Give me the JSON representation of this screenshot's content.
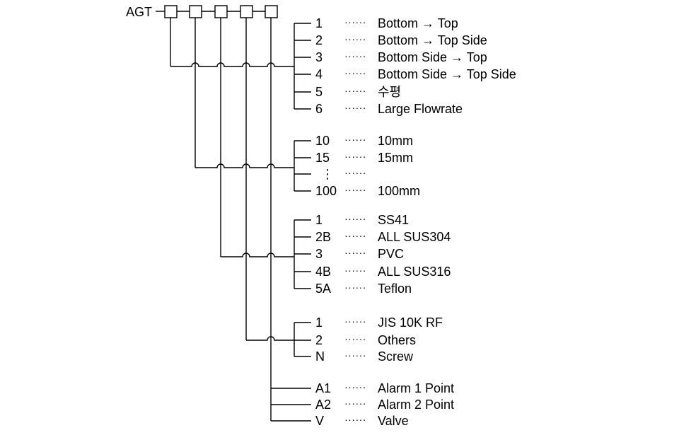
{
  "prefix": "AGT",
  "leader": "······",
  "vdots": "⋮",
  "groups": [
    {
      "id": "direction",
      "entries": [
        {
          "code": "1",
          "desc": "Bottom → Top"
        },
        {
          "code": "2",
          "desc": "Bottom → Top Side"
        },
        {
          "code": "3",
          "desc": "Bottom Side → Top"
        },
        {
          "code": "4",
          "desc": "Bottom Side → Top Side"
        },
        {
          "code": "5",
          "desc": "수평"
        },
        {
          "code": "6",
          "desc": "Large Flowrate"
        }
      ]
    },
    {
      "id": "size",
      "entries": [
        {
          "code": "10",
          "desc": "10mm"
        },
        {
          "code": "15",
          "desc": "15mm"
        },
        {
          "code": "",
          "desc": "",
          "ellipsis": true
        },
        {
          "code": "100",
          "desc": "100mm"
        }
      ]
    },
    {
      "id": "material",
      "entries": [
        {
          "code": "1",
          "desc": "SS41"
        },
        {
          "code": "2B",
          "desc": "ALL SUS304"
        },
        {
          "code": "3",
          "desc": "PVC"
        },
        {
          "code": "4B",
          "desc": "ALL SUS316"
        },
        {
          "code": "5A",
          "desc": "Teflon"
        }
      ]
    },
    {
      "id": "connection",
      "entries": [
        {
          "code": "1",
          "desc": "JIS 10K RF"
        },
        {
          "code": "2",
          "desc": "Others"
        },
        {
          "code": "N",
          "desc": "Screw"
        }
      ]
    },
    {
      "id": "option",
      "entries": [
        {
          "code": "A1",
          "desc": "Alarm 1 Point"
        },
        {
          "code": "A2",
          "desc": "Alarm 2 Point"
        },
        {
          "code": "V",
          "desc": "Valve"
        }
      ]
    }
  ]
}
